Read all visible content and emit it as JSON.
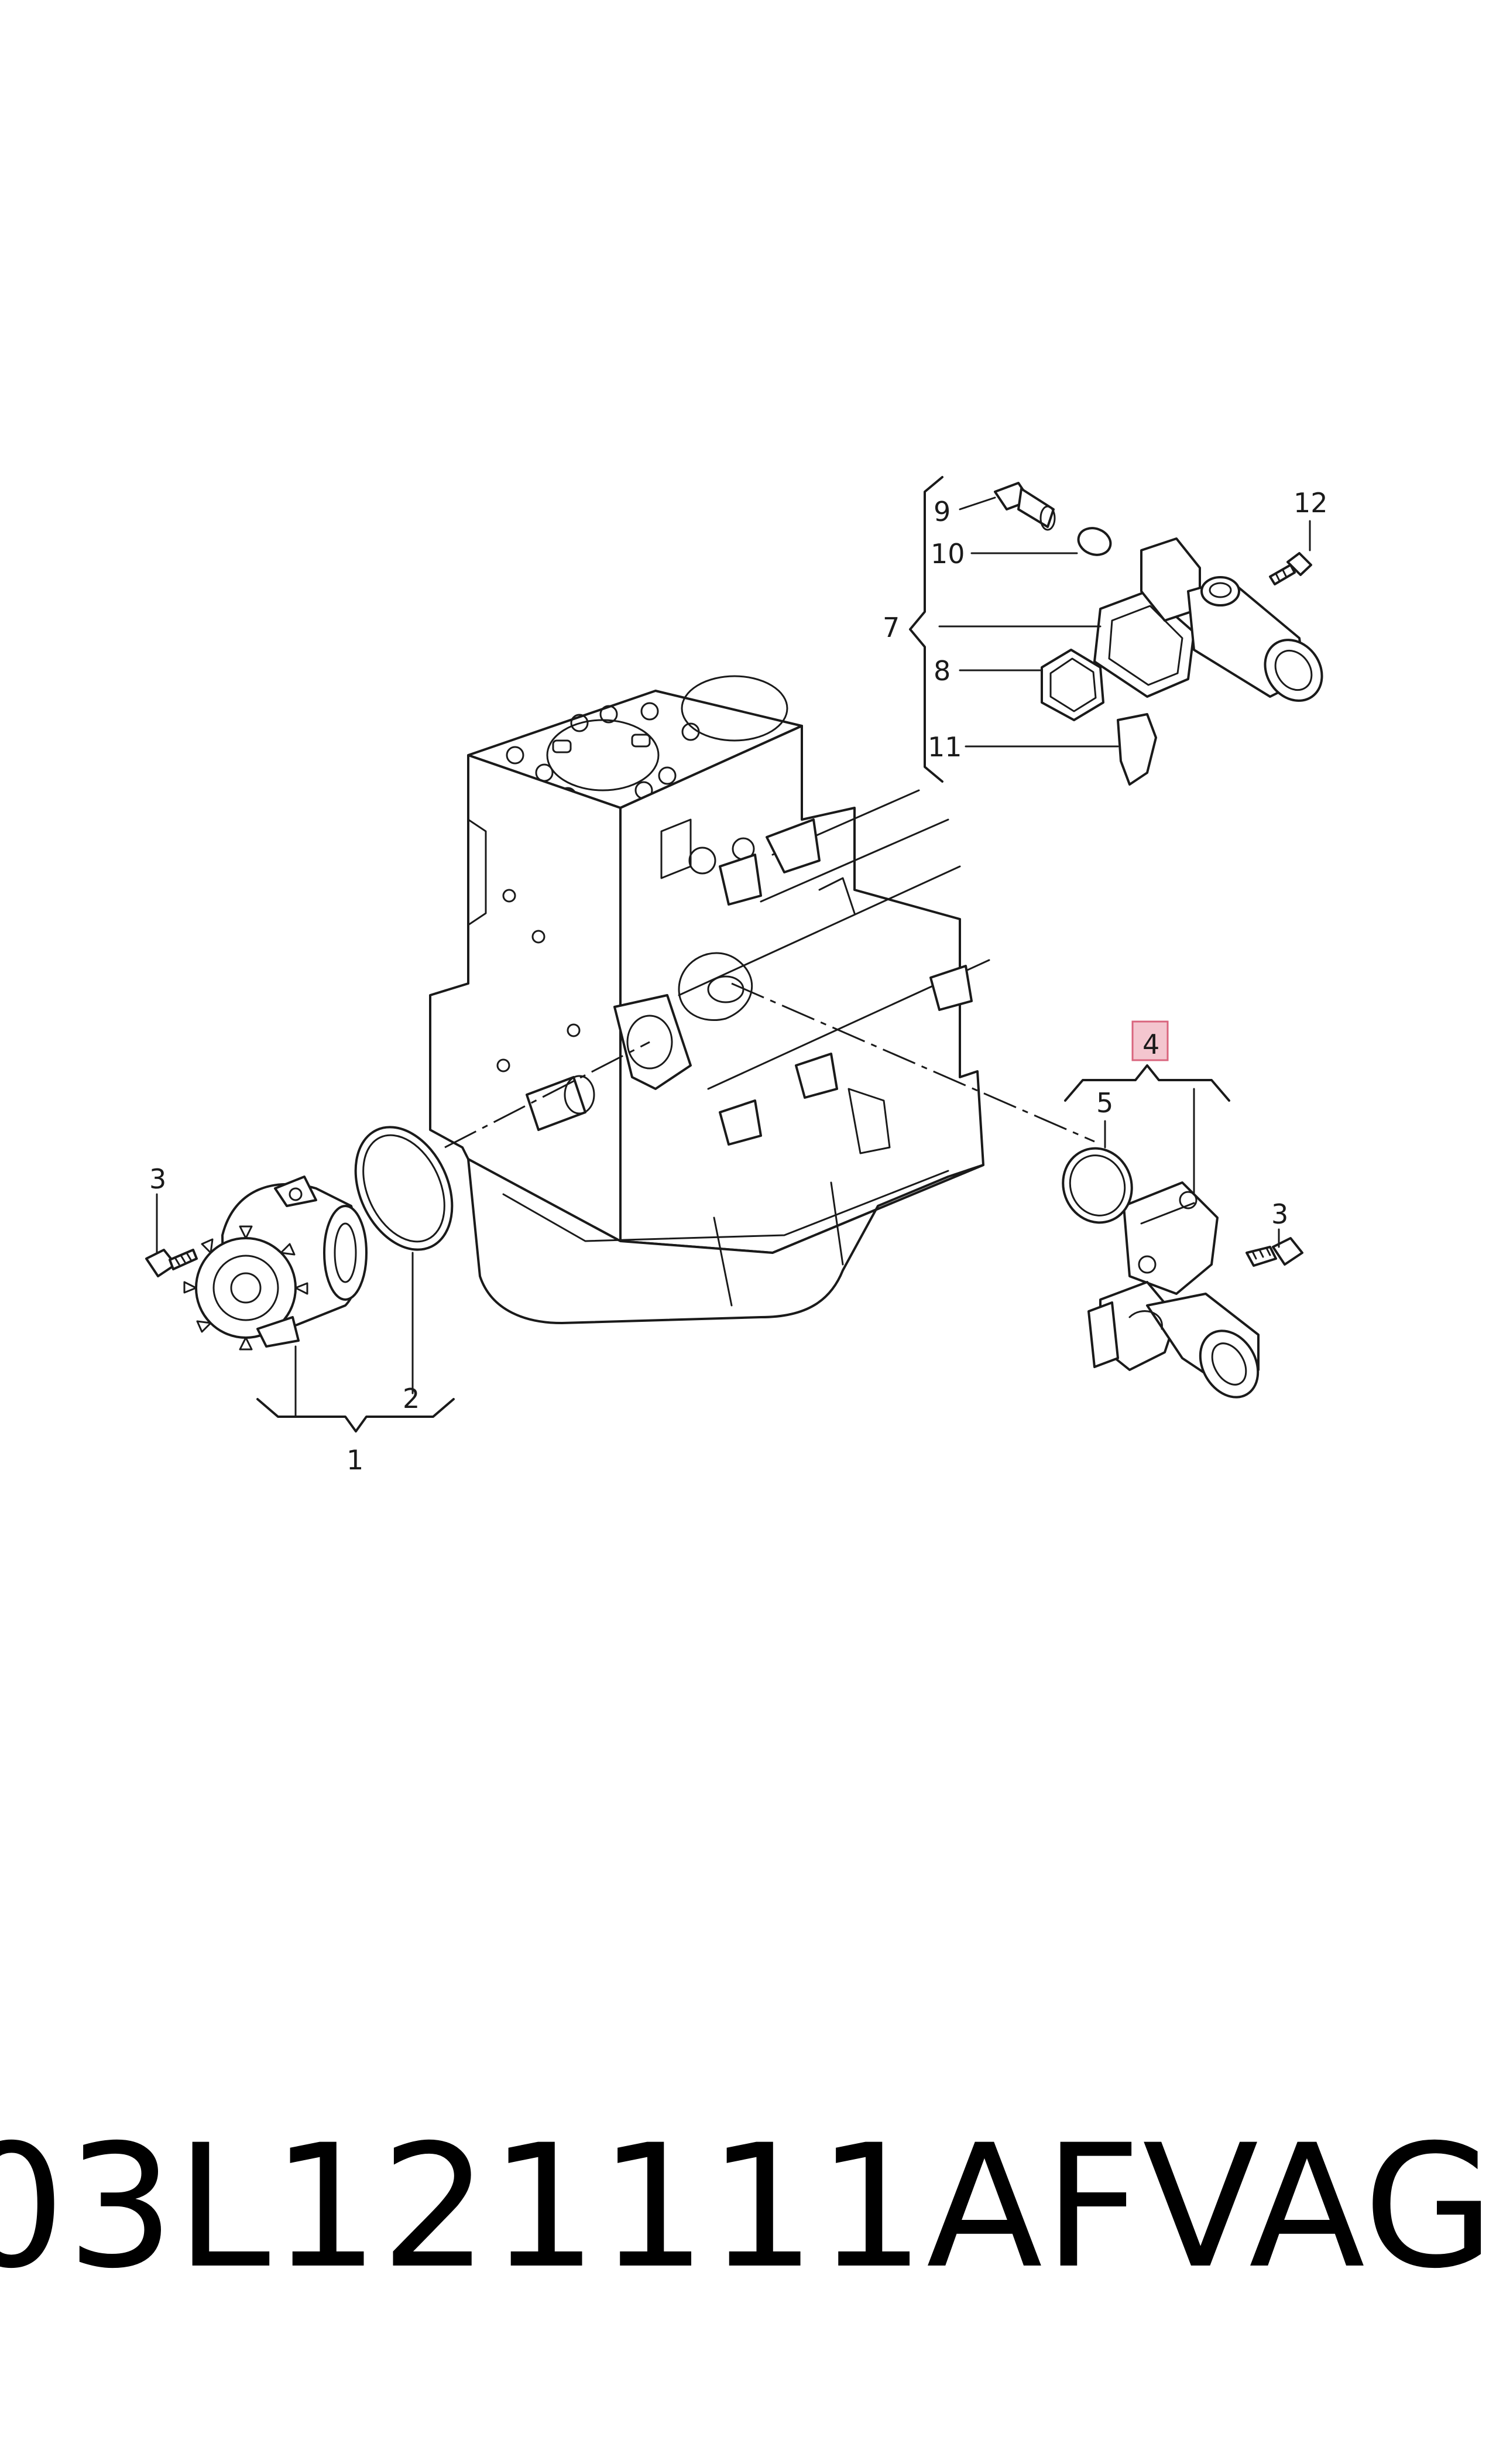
{
  "diagram": {
    "callouts": {
      "c1": "1",
      "c2": "2",
      "c3a": "3",
      "c3b": "3",
      "c4": "4",
      "c5": "5",
      "c7": "7",
      "c8": "8",
      "c9": "9",
      "c10": "10",
      "c11": "11",
      "c12": "12"
    },
    "highlight_color": "#f4c6cf",
    "highlight_border": "#d9657d"
  },
  "footer": {
    "part_number": "03L121111AF",
    "brand": "VAG"
  }
}
